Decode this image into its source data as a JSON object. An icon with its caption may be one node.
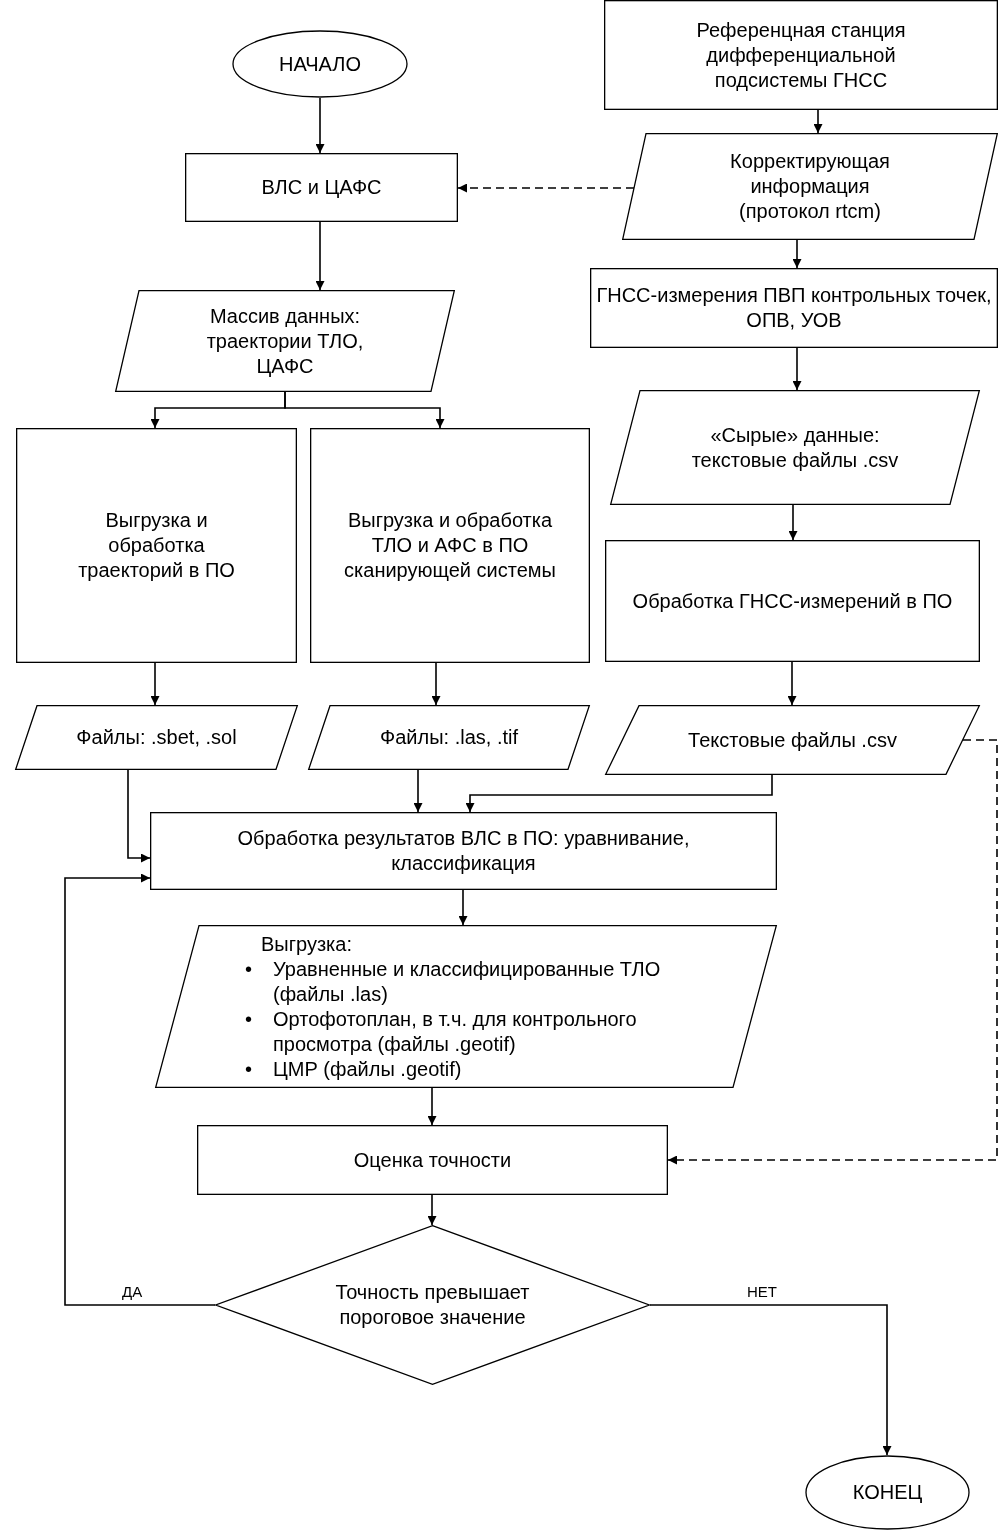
{
  "diagram": {
    "nodes": [
      {
        "text": [
          "НАЧАЛО"
        ]
      },
      {
        "text": [
          "Референцная станция дифференциальной подсистемы ГНСС"
        ]
      },
      {
        "text": [
          "ВЛС и ЦАФС"
        ]
      },
      {
        "text": [
          "Корректирующая информация (протокол rtcm)"
        ]
      },
      {
        "text": [
          "Массив данных: траектории ТЛО, ЦАФС"
        ]
      },
      {
        "text": [
          "ГНСС-измерения ПВП контрольных точек, ОПВ, УОВ"
        ]
      },
      {
        "text": [
          "«Сырые» данные: текстовые файлы .csv"
        ]
      },
      {
        "text": [
          "Выгрузка и обработка траекторий в ПО"
        ]
      },
      {
        "text": [
          "Выгрузка и обработка ТЛО и АФС в ПО сканирующей системы"
        ]
      },
      {
        "text": [
          "Обработка ГНСС-измерений в ПО"
        ]
      },
      {
        "text": [
          "Файлы: .sbet, .sol"
        ]
      },
      {
        "text": [
          "Файлы: .las, .tif"
        ]
      },
      {
        "text": [
          "Текстовые файлы .csv"
        ]
      },
      {
        "text": [
          "Обработка результатов ВЛС в ПО: уравнивание, классификация"
        ]
      },
      {
        "text": [
          "Выгрузка:",
          "Уравненные и классифицированные ТЛО (файлы .las)",
          "Ортофотоплан, в т.ч. для контрольного просмотра (файлы .geotif)",
          "ЦМР (файлы .geotif)"
        ]
      },
      {
        "text": [
          "Оценка точности"
        ]
      },
      {
        "text": [
          "Точность превышает пороговое значение"
        ]
      },
      {
        "text": [
          "КОНЕЦ"
        ]
      }
    ],
    "edges": [
      {
        "from": 0,
        "to": 2,
        "arrow": "to"
      },
      {
        "from": 1,
        "to": 3,
        "arrow": "to"
      },
      {
        "from": 3,
        "to": 2,
        "arrow": "to",
        "style": "dashed"
      },
      {
        "from": 2,
        "to": 4,
        "arrow": "to"
      },
      {
        "from": 3,
        "to": 5,
        "arrow": "to"
      },
      {
        "from": 5,
        "to": 6,
        "arrow": "to"
      },
      {
        "from": 4,
        "to": 7,
        "arrow": "to"
      },
      {
        "from": 4,
        "to": 8,
        "arrow": "to"
      },
      {
        "from": 6,
        "to": 9,
        "arrow": "to"
      },
      {
        "from": 7,
        "to": 10,
        "arrow": "to"
      },
      {
        "from": 8,
        "to": 11,
        "arrow": "to"
      },
      {
        "from": 9,
        "to": 12,
        "arrow": "to"
      },
      {
        "from": 10,
        "to": 13,
        "arrow": "to"
      },
      {
        "from": 11,
        "to": 13,
        "arrow": "to"
      },
      {
        "from": 12,
        "to": 13,
        "arrow": "to"
      },
      {
        "from": 13,
        "to": 14,
        "arrow": "to"
      },
      {
        "from": 14,
        "to": 15,
        "arrow": "to"
      },
      {
        "from": 12,
        "to": 15,
        "arrow": "to",
        "style": "dashed"
      },
      {
        "from": 15,
        "to": 16,
        "arrow": "to"
      },
      {
        "from": 16,
        "to": 17,
        "arrow": "to",
        "label": "НЕТ"
      },
      {
        "from": 16,
        "to": 13,
        "arrow": "to",
        "label": "ДА"
      }
    ],
    "labels": [
      "•",
      "•",
      "•"
    ]
  }
}
